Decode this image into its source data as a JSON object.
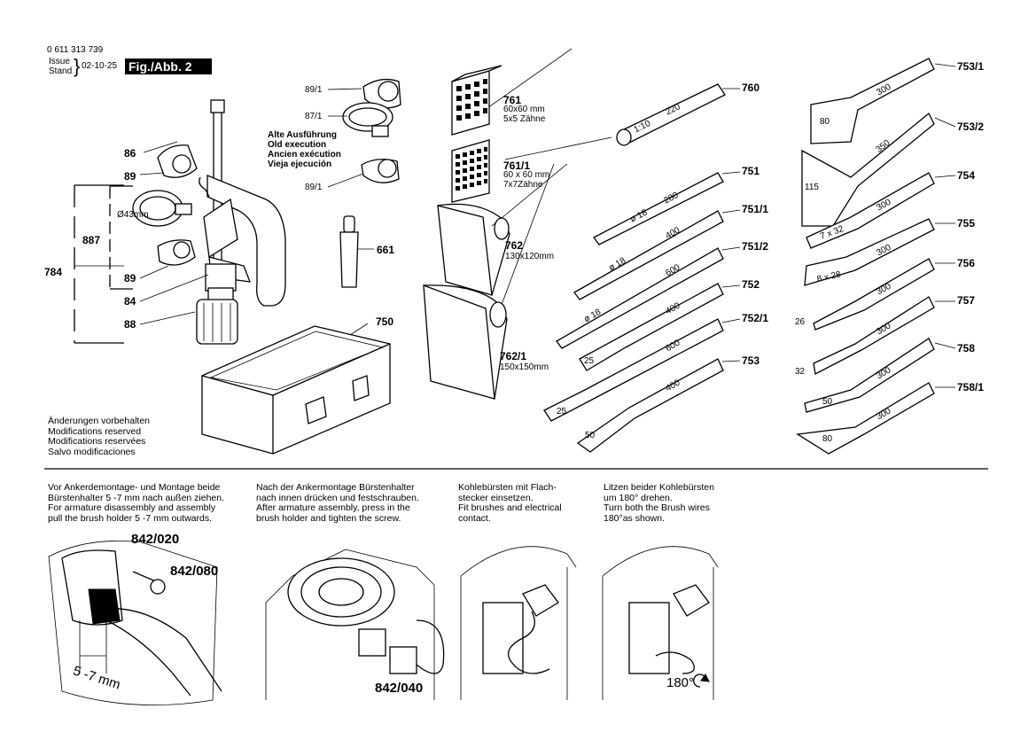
{
  "header": {
    "part_number": "0 611 313 739",
    "issue_label_1": "Issue",
    "issue_label_2": "Stand",
    "issue_date": "02-10-25",
    "fig_label": "Fig./Abb. 2"
  },
  "parts": {
    "p86": "86",
    "p89a": "89",
    "p89b": "89",
    "p887": "887",
    "p784": "784",
    "p84": "84",
    "p88": "88",
    "p43": "Ø43mm",
    "p89_1a": "89/1",
    "p87_1": "87/1",
    "p89_1b": "89/1",
    "p661": "661",
    "p750": "750",
    "p761": "761",
    "p761_desc1": "60x60 mm",
    "p761_desc2": "5x5 Zähne",
    "p761_1": "761/1",
    "p761_1_desc1": "60 x 60 mm",
    "p761_1_desc2": "7x7Zähne",
    "p762": "762",
    "p762_desc": "130x120mm",
    "p762_1": "762/1",
    "p762_1_desc": "150x150mm",
    "p760": "760",
    "p751": "751",
    "p751_1": "751/1",
    "p751_2": "751/2",
    "p752": "752",
    "p752_1": "752/1",
    "p753": "753",
    "p753_1": "753/1",
    "p753_2": "753/2",
    "p754": "754",
    "p755": "755",
    "p756": "756",
    "p757": "757",
    "p758": "758",
    "p758_1": "758/1",
    "p842_020": "842/020",
    "p842_080": "842/080",
    "p842_040": "842/040"
  },
  "old_execution": [
    "Alte Ausführung",
    "Old execution",
    "Ancien exécution",
    "Vieja ejecución"
  ],
  "changes_reserved": [
    "Änderungen vorbehalten",
    "Modifications reserved",
    "Modifications reservées",
    "Salvo modificaciones"
  ],
  "tool_marks": {
    "t110": "1:10",
    "t220": "220",
    "d18a": "ø 18",
    "t280": "280",
    "d18b": "ø 18",
    "t400a": "400",
    "d18c": "ø 18",
    "t600a": "600",
    "w25a": "25",
    "t400b": "400",
    "w25b": "25",
    "t600b": "600",
    "w50a": "50",
    "t400c": "400",
    "w80a": "80",
    "t300a": "300",
    "w115": "115",
    "t350": "350",
    "tooth7x32": "7 x 32",
    "t300b": "300",
    "tooth8x28": "8 x 28",
    "t300c": "300",
    "w26": "26",
    "t300d": "300",
    "w32": "32",
    "t300e": "300",
    "w50b": "50",
    "t300f": "300",
    "w80b": "80",
    "t300g": "300"
  },
  "instructions": [
    [
      "Vor Ankerdemontage- und Montage beide",
      "Bürstenhalter 5 -7 mm nach außen ziehen.",
      "For armature disassembly and assembly",
      "pull the brush holder 5 -7 mm outwards."
    ],
    [
      "Nach der Ankermontage Bürstenhalter",
      "nach innen drücken und festschrauben.",
      "After armature assembly, press in the",
      "brush holder and tighten the screw."
    ],
    [
      "Kohlebürsten mit Flach-",
      "stecker einsetzen.",
      "Fit brushes and electrical",
      "contact."
    ],
    [
      "Litzen beider Kohlebürsten",
      "um 180° drehen.",
      "Turn both the Brush wires",
      "180°as shown."
    ]
  ],
  "dimension_57": "5 -7 mm",
  "rotation_180": "180°"
}
